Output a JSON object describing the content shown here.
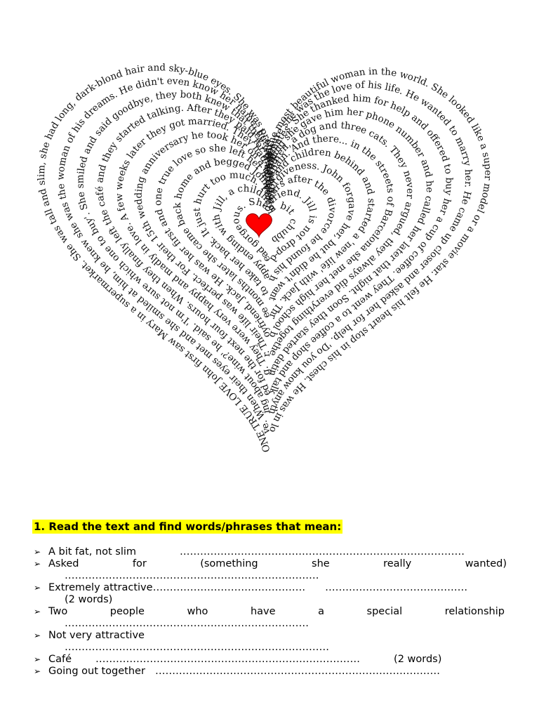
{
  "heart_text": "ONE TRUE LOVE John first saw Mary in a supermarket. She was tall and slim, she had long, dark-blond hair and sky-blue eyes. She was probably the most beautiful woman in the world. She looked like a super model or a movie star. He felt his heart stop in his chest. He was in love. When their eyes met and she smiled at him, he knew she was the woman of his dreams. He didn't even know her name, but he was sure she was the love of his life. He wanted to marry her. He came up closer and asked her for help. 'Do you know anything about wine?' he said. 'I'm not sure which one to buy'. She smiled and said goodbye, they both knew that they were soulmates. She thanked him for help and offered to buy her a cup of coffee. They went to a coffee shop and talked for the next four hours. When they finally left the café and they started talking. After they paid for the shopping she gave him her phone number and he called her later that night. Soon they started dating. They were very happy and madly in love. A few weeks later they got married. They had two children, a dog and three cats. They never argued, they always did everything together. Their life was perfect. For their 15th wedding anniversary he took her on a trip to Spain. And there... in the streets of Barcelona she met her high school boyfriend, Jack. He was her first and one true love so she left her husband and children behind and started a 'new life' with Jack. Three months later she came back home and begged John for forgiveness. John forgave her, but he didn't want to take her back. It just hurt too much. Two years after the divorce he found his happy ending with Jill, a childhood friend. Jill is not drop-dead gorgeous. She is a bit chubby and her eyes are plain brown. They're not married, they argue a lot and their life is not perfect, but for the very first time in his life he is truly happy and loved.",
  "heart_color": "#ff0000",
  "exercise": {
    "title": "1. Read the text and find words/phrases that mean:",
    "bullet": "➢",
    "items": [
      {
        "prompt": "A bit fat, not slim",
        "blank": "…………………………………………………………………………"
      },
      {
        "prompt_words": [
          "Asked",
          "for",
          "(something",
          "she",
          "really",
          "wanted)"
        ],
        "blank": "…………………………………………………………………"
      },
      {
        "prompt": "Extremely attractive",
        "blank1": "………………………………………",
        "blank2": "……………………………………",
        "note": "(2 words)"
      },
      {
        "prompt_words": [
          "Two",
          "people",
          "who",
          "have",
          "a",
          "special",
          "relationship"
        ],
        "blank": "………………………………………………………………"
      },
      {
        "prompt": "Not very attractive",
        "blank": "……………………………………………………………………"
      },
      {
        "prompt": "Café",
        "blank": "……………………………………………………………………",
        "note": "(2 words)"
      },
      {
        "prompt": "Going out together",
        "blank": "…………………………………………………………………………"
      }
    ]
  }
}
